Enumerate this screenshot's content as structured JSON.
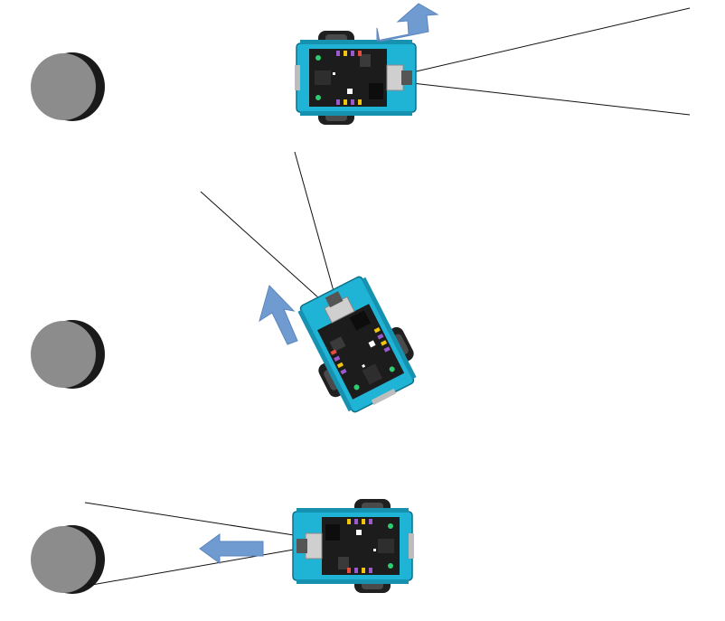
{
  "diagram": {
    "panels": [
      {
        "id": "top",
        "robot_heading": "right",
        "arrow_direction": "up-right",
        "sensor_beam": "right"
      },
      {
        "id": "middle",
        "robot_heading": "up-left",
        "arrow_direction": "up-left",
        "sensor_beam": "up-left"
      },
      {
        "id": "bottom",
        "robot_heading": "left",
        "arrow_direction": "left",
        "sensor_beam": "left"
      }
    ],
    "obstacle_count": 3,
    "colors": {
      "obstacle_body": "#8c8c8c",
      "obstacle_shadow": "#1a1a1a",
      "chassis": "#1fb3d6",
      "board": "#1c1c1c",
      "wheel": "#202020",
      "arrow_fill": "#6f9bd1",
      "arrow_stroke": "#5a86bd",
      "beam": "#111111"
    }
  }
}
